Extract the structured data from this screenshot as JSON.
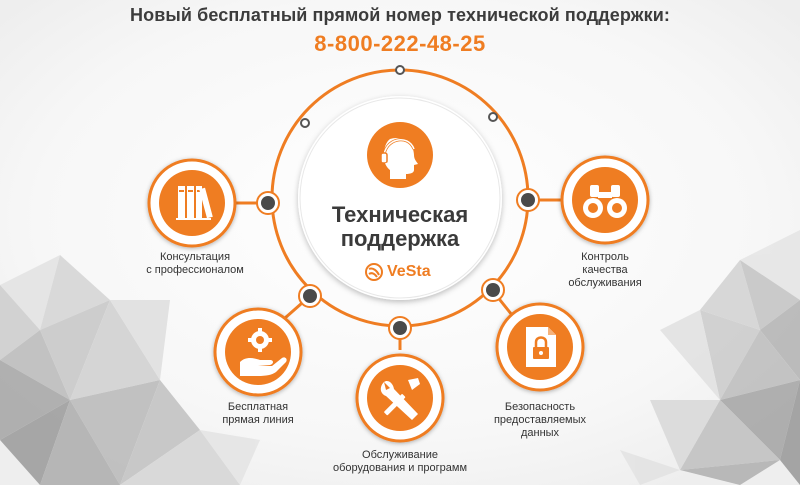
{
  "header": {
    "title": "Новый бесплатный прямой номер технической поддержки:",
    "phone": "8-800-222-48-25"
  },
  "center": {
    "title_line1": "Техническая",
    "title_line2": "поддержка",
    "brand": "VeSta",
    "icon": "headset-operator-icon"
  },
  "services": [
    {
      "icon": "books-icon",
      "lines": [
        "Консультация",
        "с профессионалом"
      ]
    },
    {
      "icon": "binoculars-icon",
      "lines": [
        "Контроль",
        "качества",
        "обслуживания"
      ]
    },
    {
      "icon": "hand-gear-icon",
      "lines": [
        "Бесплатная",
        "прямая линия"
      ]
    },
    {
      "icon": "wrench-screwdriver-icon",
      "lines": [
        "Обслуживание",
        "оборудования и программ"
      ]
    },
    {
      "icon": "document-lock-icon",
      "lines": [
        "Безопасность",
        "предоставляемых",
        "данных"
      ]
    }
  ],
  "colors": {
    "accent": "#ef7d22",
    "dark_node": "#4a4a4a",
    "text": "#3c3c3c",
    "ring_white": "#ffffff"
  }
}
